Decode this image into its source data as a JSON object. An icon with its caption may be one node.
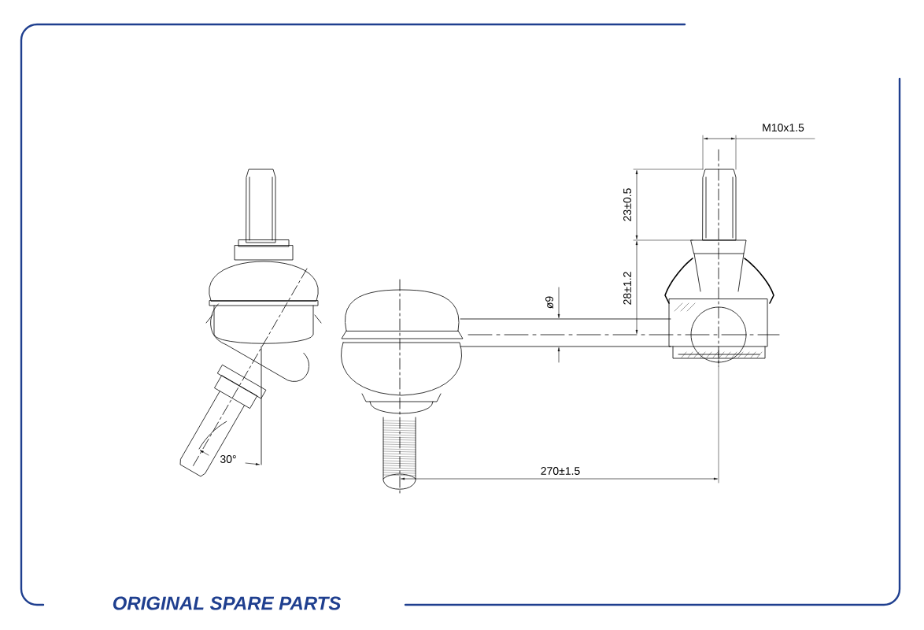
{
  "diagram": {
    "labels": [
      "M10x1.5",
      "23±0.5",
      "28±1.2",
      "ø9",
      "30°",
      "270±1.5",
      "ORIGINAL SPARE PARTS"
    ]
  }
}
